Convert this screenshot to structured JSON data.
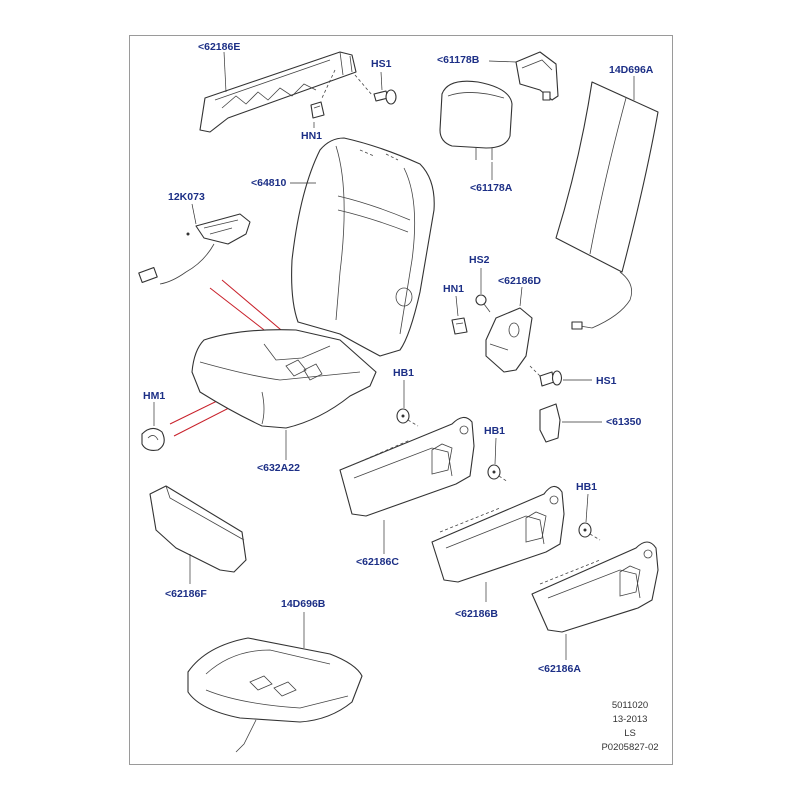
{
  "labels": {
    "p62186E": "<62186E",
    "hs1_top": "HS1",
    "hn1_top": "HN1",
    "p61178B": "<61178B",
    "p14D696A": "14D696A",
    "p64810": "<64810",
    "p12K073": "12K073",
    "p61178A": "<61178A",
    "hs2": "HS2",
    "hn1_mid": "HN1",
    "p62186D": "<62186D",
    "hs1_mid": "HS1",
    "hb1_a": "HB1",
    "hm1": "HM1",
    "p61350": "<61350",
    "hb1_b": "HB1",
    "hb1_c": "HB1",
    "p632A22": "<632A22",
    "p62186C": "<62186C",
    "p62186F": "<62186F",
    "p62186B": "<62186B",
    "p14D696B": "14D696B",
    "p62186A": "<62186A"
  },
  "footer": {
    "line1": "5011020",
    "line2": "13-2013",
    "line3": "LS",
    "line4": "P0205827-02"
  },
  "colors": {
    "label": "#1c2f86",
    "callout_red": "#c8202a",
    "frame": "#9a9a9a"
  }
}
